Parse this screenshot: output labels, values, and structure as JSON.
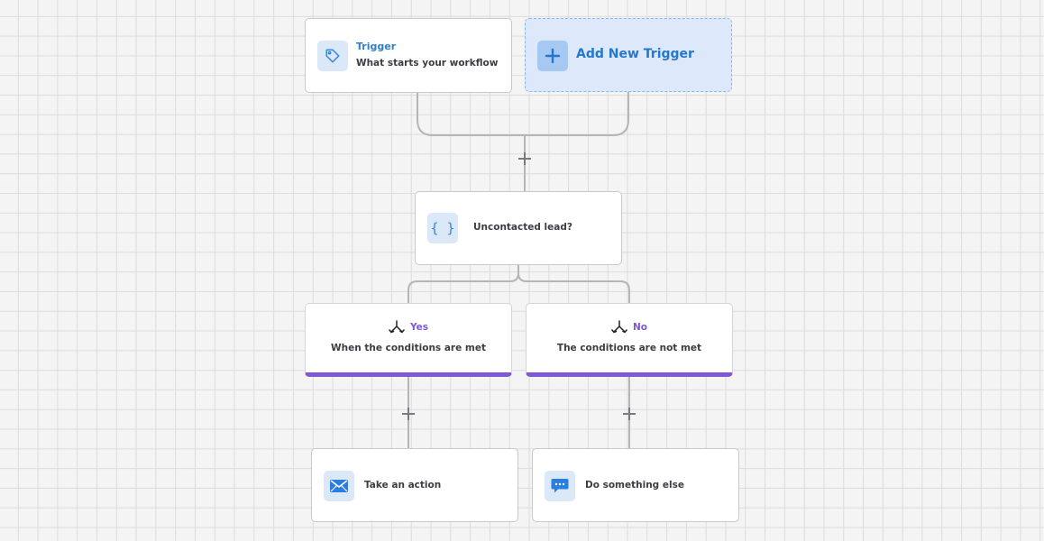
{
  "trigger": {
    "title": "Trigger",
    "subtitle": "What starts your workflow",
    "icon": "tag-icon"
  },
  "add_trigger": {
    "label": "Add New Trigger",
    "icon": "plus-icon"
  },
  "condition": {
    "label": "Uncontacted lead?",
    "icon": "curly-braces-icon"
  },
  "branches": [
    {
      "title": "Yes",
      "subtitle": "When the conditions are met",
      "icon": "split-arrow-icon"
    },
    {
      "title": "No",
      "subtitle": "The conditions are not met",
      "icon": "split-arrow-icon"
    }
  ],
  "actions": [
    {
      "label": "Take an action",
      "icon": "envelope-icon"
    },
    {
      "label": "Do something else",
      "icon": "chat-bubble-icon"
    }
  ],
  "colors": {
    "accent_blue": "#2f7fc9",
    "branch_purple": "#8159d4",
    "connector": "#b5b5b8"
  }
}
